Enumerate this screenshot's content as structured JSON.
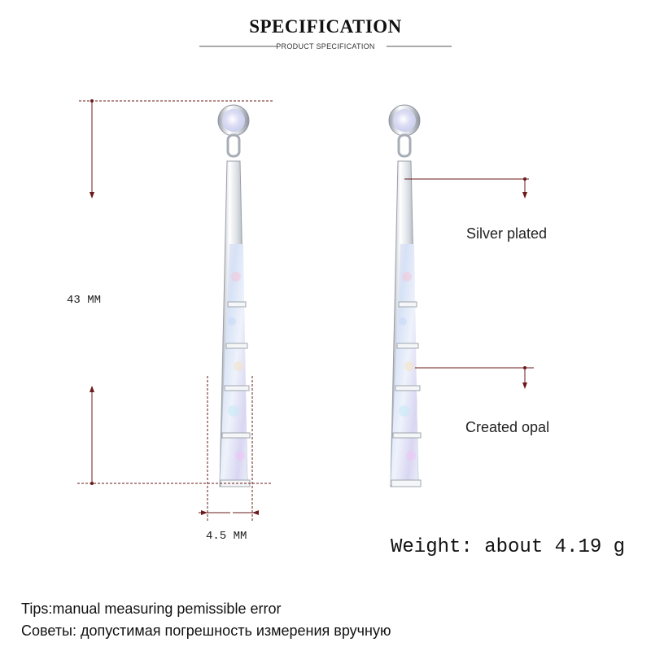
{
  "header": {
    "title": "SPECIFICATION",
    "subtitle": "PRODUCT SPECIFICATION"
  },
  "dimensions": {
    "height_label": "43 MM",
    "width_label": "4.5 MM"
  },
  "callouts": {
    "silver_label": "Silver plated",
    "opal_label": "Created opal"
  },
  "weight": {
    "text": "Weight: about 4.19 g"
  },
  "tips": {
    "english": "Tips:manual measuring pemissible error",
    "russian": "Советы: допустимая погрешность измерения вручную"
  },
  "colors": {
    "dimension_line": "#6b1a1a",
    "silver": "#c8ccd4",
    "opal_base": "#dfe4f4"
  }
}
